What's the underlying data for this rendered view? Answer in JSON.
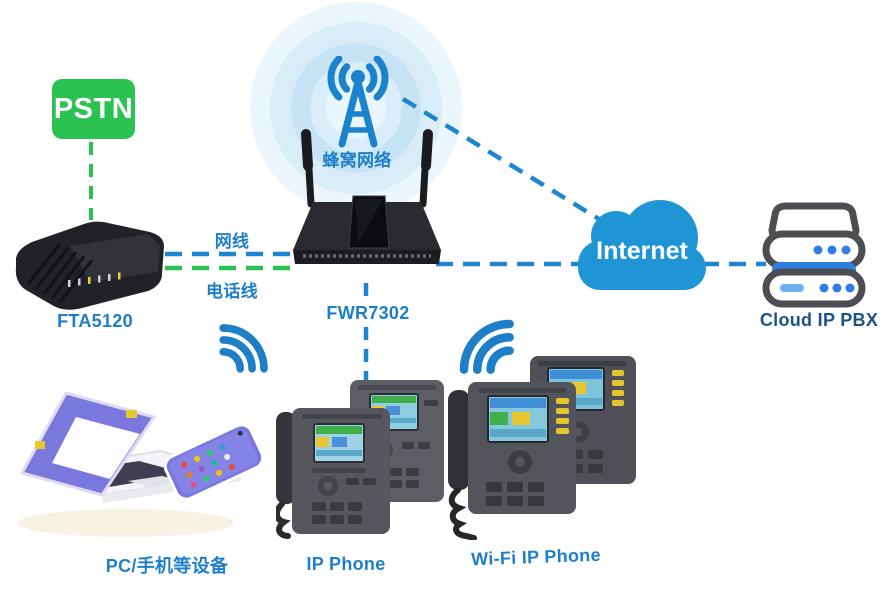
{
  "diagram_title": "FWR7302 router network topology",
  "nodes": {
    "pstn": {
      "label": "PSTN"
    },
    "cellular": {
      "label": "蜂窝网络"
    },
    "fta5120": {
      "label": "FTA5120"
    },
    "fwr7302": {
      "label": "FWR7302"
    },
    "internet": {
      "label": "Internet"
    },
    "cloud_pbx": {
      "label": "Cloud IP PBX"
    },
    "pc_devices": {
      "label": "PC/手机等设备"
    },
    "ip_phone": {
      "label": "IP Phone"
    },
    "wifi_ip_phone": {
      "label": "Wi-Fi IP Phone"
    }
  },
  "links": {
    "ethernet": {
      "label": "网线"
    },
    "telephone": {
      "label": "电话线"
    }
  },
  "colors": {
    "line_blue": "#1e86d0",
    "line_green": "#2cc155",
    "label_blue": "#1e7fc8",
    "label_dark_blue": "#1b5287",
    "pstn_green": "#2cc252",
    "cloud_blue": "#2095d5",
    "cellular_icon_blue": "#1b82cc",
    "wifi_icon_blue": "#1e7ec8",
    "pbx_accent_blue": "#2f7fe0",
    "device_purple": "#7a78dd"
  }
}
